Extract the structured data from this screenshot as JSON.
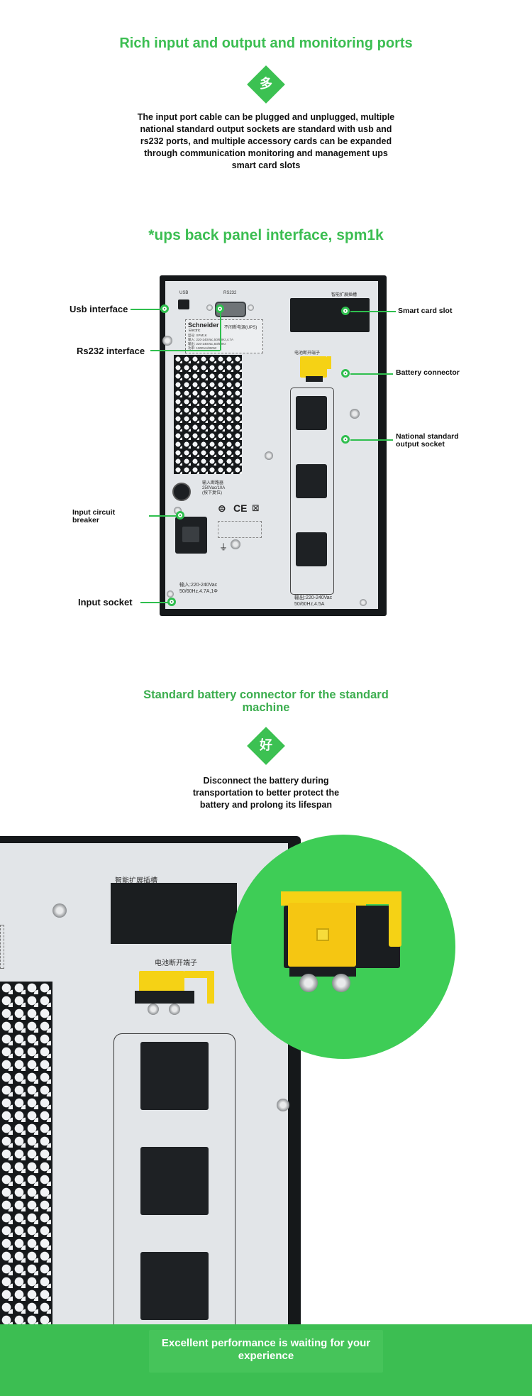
{
  "section1": {
    "title": "Rich input and output and monitoring ports",
    "badge": "多",
    "description": "The input port cable can be plugged and unplugged, multiple national standard output sockets are standard with usb and rs232 ports, and multiple accessory cards can be expanded through communication monitoring and management ups smart card slots"
  },
  "section2": {
    "title": "*ups back panel interface, spm1k",
    "panel": {
      "usb": "USB",
      "rs232": "RS232",
      "smart_slot_caption": "智能扩展插槽",
      "battery_caption": "电池断开端子",
      "brand": "Schneider",
      "brand_sub": "Electric",
      "model_caption": "不间断电源(UPS)",
      "spec_lines": [
        "型号: SPM1K",
        "输入: 220-240Vac,50/60Hz,4.7A",
        "输出: 220-240Vac,50/60Hz",
        "功率: 1000VA/800W"
      ],
      "breaker_caption": "输入断路器",
      "breaker_rating": "250Vac/10A",
      "breaker_note": "(按下复位)",
      "input_rating_1": "输入:220-240Vac",
      "input_rating_2": "50/60Hz,4.7A,1Φ",
      "output_rating_1": "输出:220-240Vac",
      "output_rating_2": "50/60Hz,4.5A",
      "cert": "CE"
    },
    "labels": {
      "usb": "Usb interface",
      "rs232": "Rs232 interface",
      "breaker": "Input circuit breaker",
      "input_socket": "Input socket",
      "smart_card": "Smart card slot",
      "battery": "Battery connector",
      "output": "National standard output socket"
    }
  },
  "section3": {
    "title": "Standard battery connector for the standard machine",
    "badge": "好",
    "description": "Disconnect the battery during transportation to better protect the battery and prolong its lifespan",
    "panel": {
      "smart_slot_caption": "智能扩展插槽",
      "battery_caption": "电池断开端子"
    }
  },
  "footer": {
    "text": "Excellent performance is waiting for your experience"
  },
  "colors": {
    "accent": "#3cbe52",
    "footer_bg": "#3cbe52",
    "connector_yellow": "#f5d215"
  }
}
